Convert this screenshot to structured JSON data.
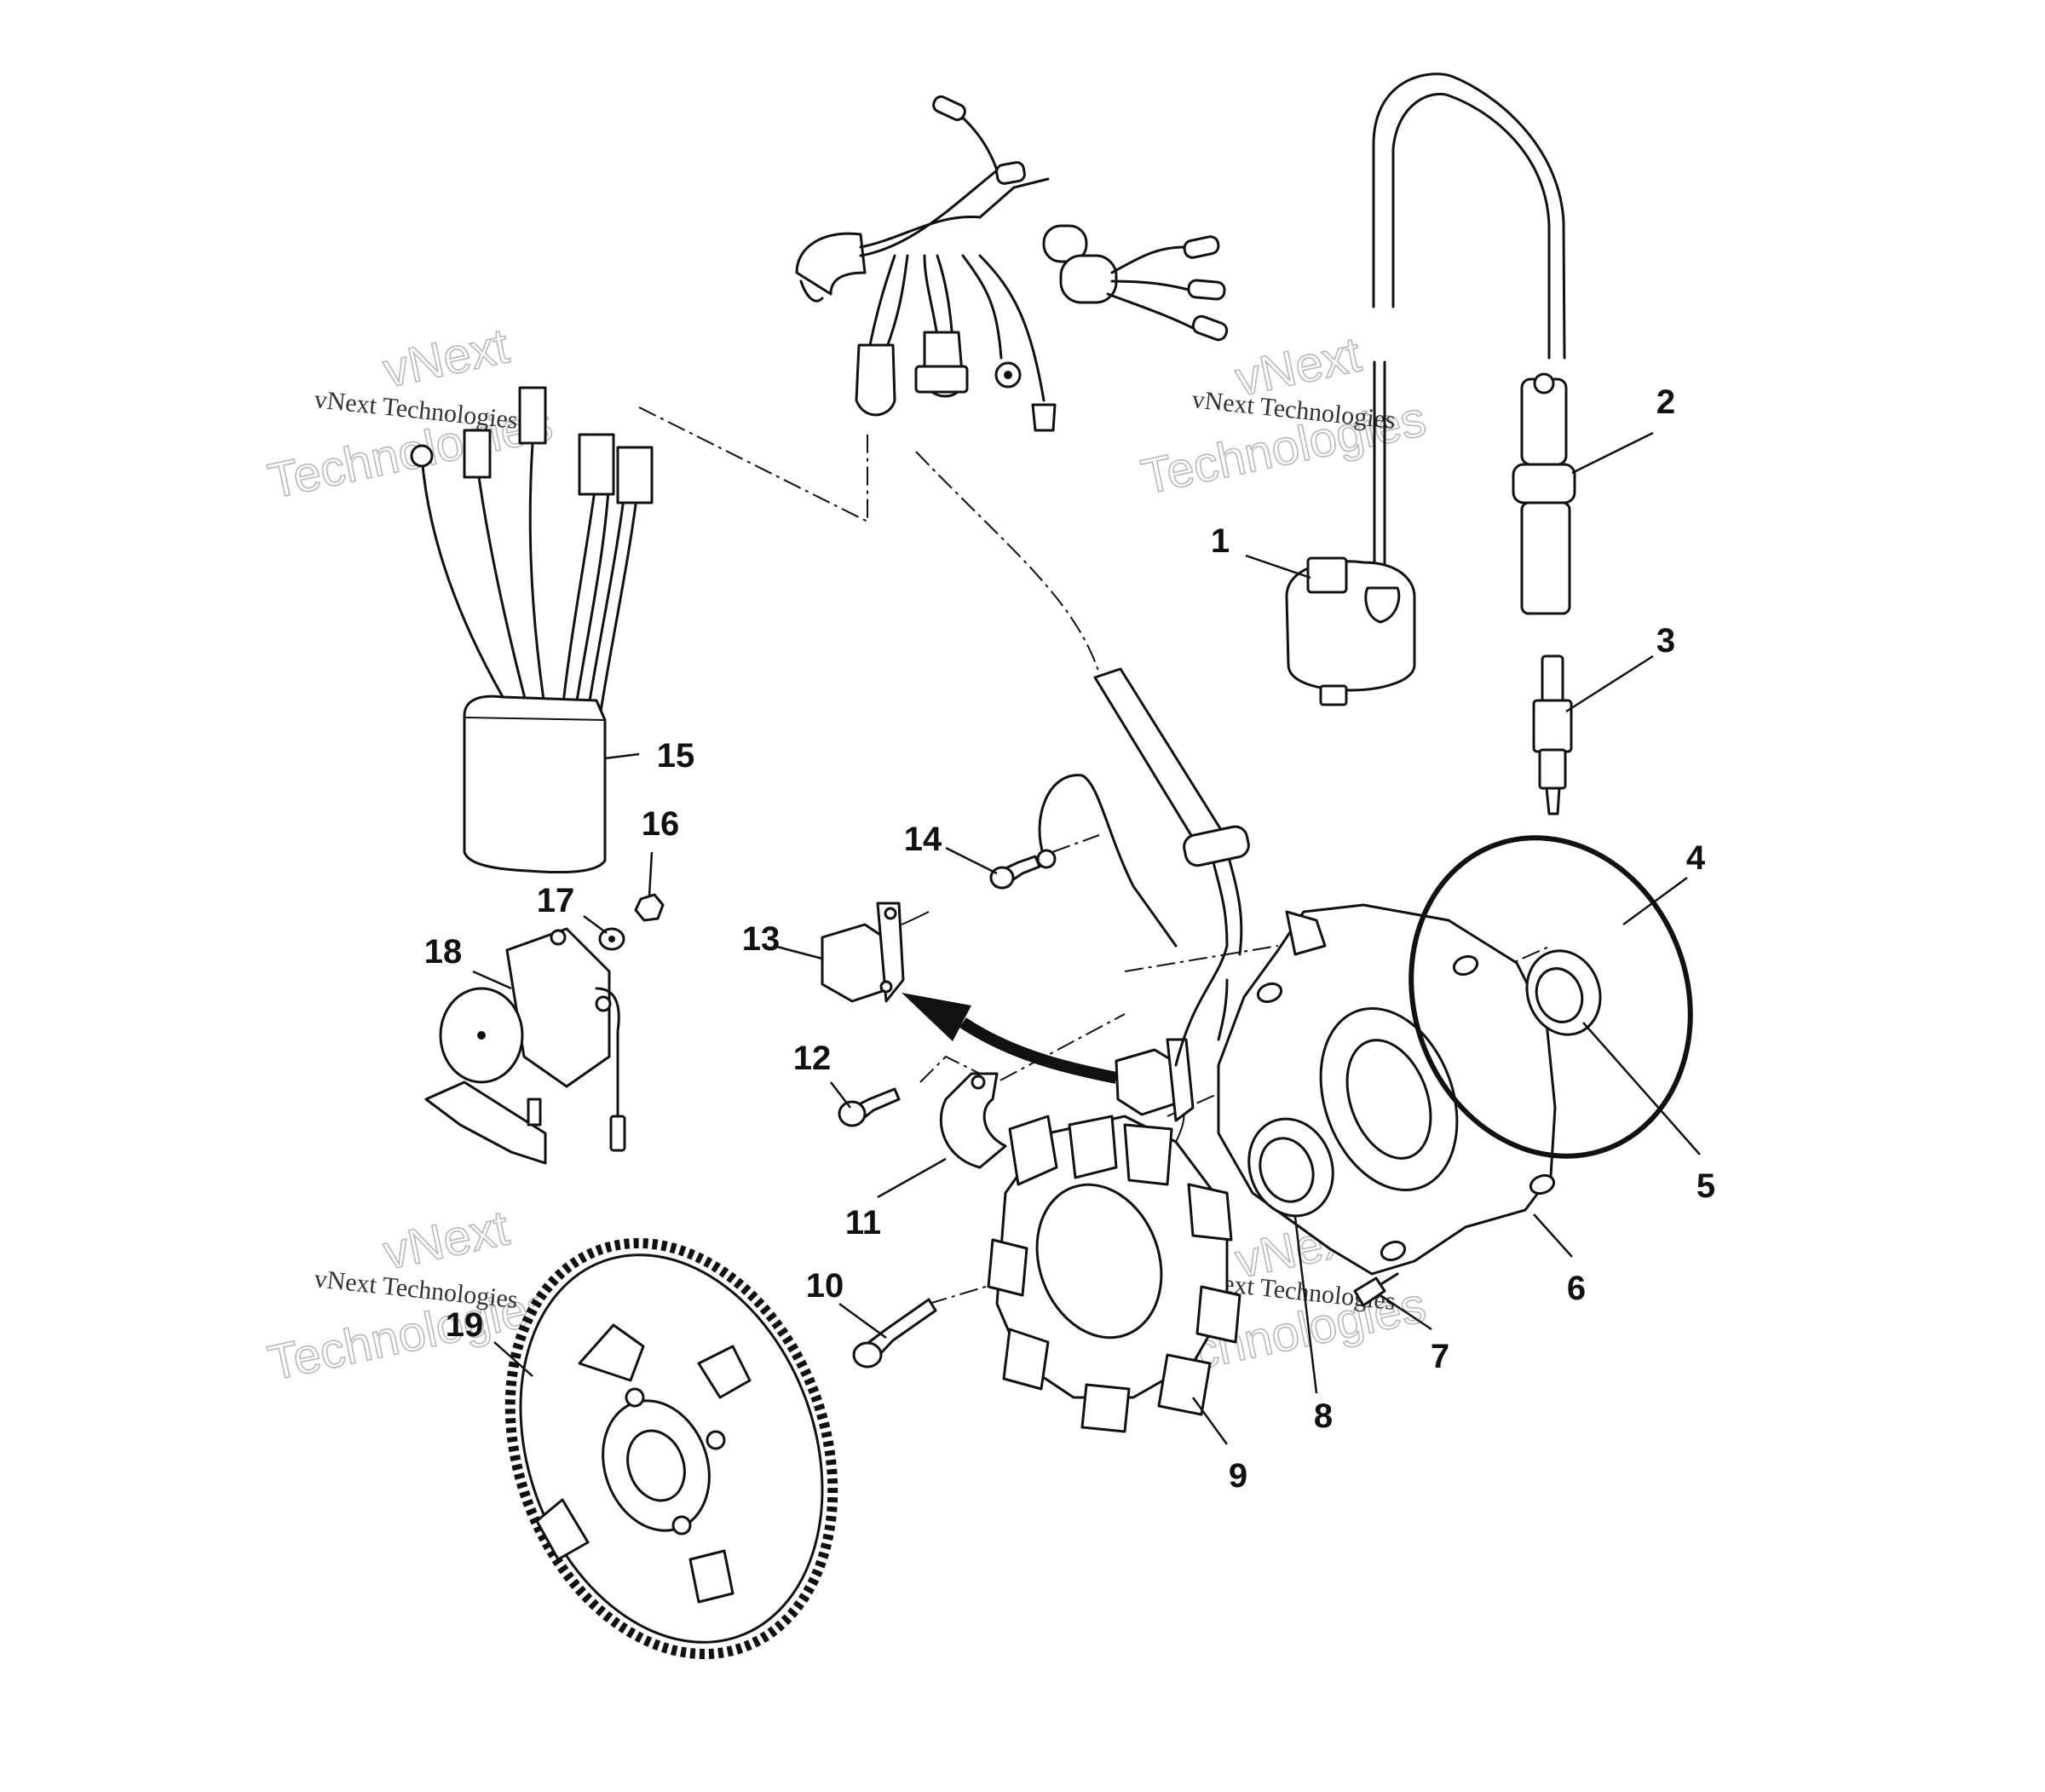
{
  "watermark": {
    "brand": "vNext",
    "word": "Technologies",
    "full": "vNext Technologies"
  },
  "callouts": [
    "1",
    "2",
    "3",
    "4",
    "5",
    "6",
    "7",
    "8",
    "9",
    "10",
    "11",
    "12",
    "13",
    "14",
    "15",
    "16",
    "17",
    "18",
    "19"
  ]
}
